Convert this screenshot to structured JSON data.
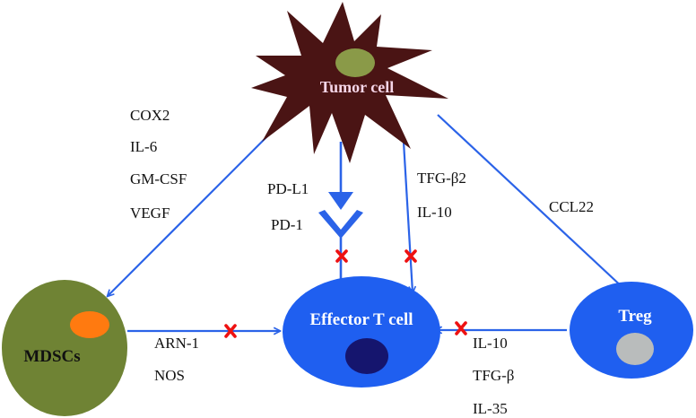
{
  "nodes": {
    "tumor": {
      "label": "Tumor cell"
    },
    "mdsc": {
      "label": "MDSCs"
    },
    "effector": {
      "label": "Effector T cell"
    },
    "treg": {
      "label": "Treg"
    }
  },
  "edges": {
    "tumor_to_mdsc": {
      "labels": [
        "COX2",
        "IL-6",
        "GM-CSF",
        "VEGF"
      ]
    },
    "tumor_to_effector_pd": {
      "labels": [
        "PD-L1",
        "PD-1"
      ],
      "inhibited": true
    },
    "tumor_to_effector_tgf": {
      "labels": [
        "TFG-β2",
        "IL-10"
      ],
      "inhibited": true
    },
    "tumor_to_treg": {
      "labels": [
        "CCL22"
      ]
    },
    "mdsc_to_effector": {
      "labels": [
        "ARN-1",
        "NOS"
      ],
      "inhibited": true
    },
    "treg_to_effector": {
      "labels": [
        "IL-10",
        "TFG-β",
        "IL-35"
      ],
      "inhibited": true
    }
  },
  "colors": {
    "arrow": "#2b63e8",
    "tumor_body": "#4a1414",
    "tumor_nucleus": "#8a9a48",
    "mdsc_body": "#6f8334",
    "mdsc_nucleus": "#ff7a10",
    "effector_body": "#1f5ff0",
    "effector_nucleus": "#15156e",
    "treg_body": "#1f5ff0",
    "treg_nucleus": "#b9bcbc",
    "inhibit_mark": "#ee1111"
  }
}
